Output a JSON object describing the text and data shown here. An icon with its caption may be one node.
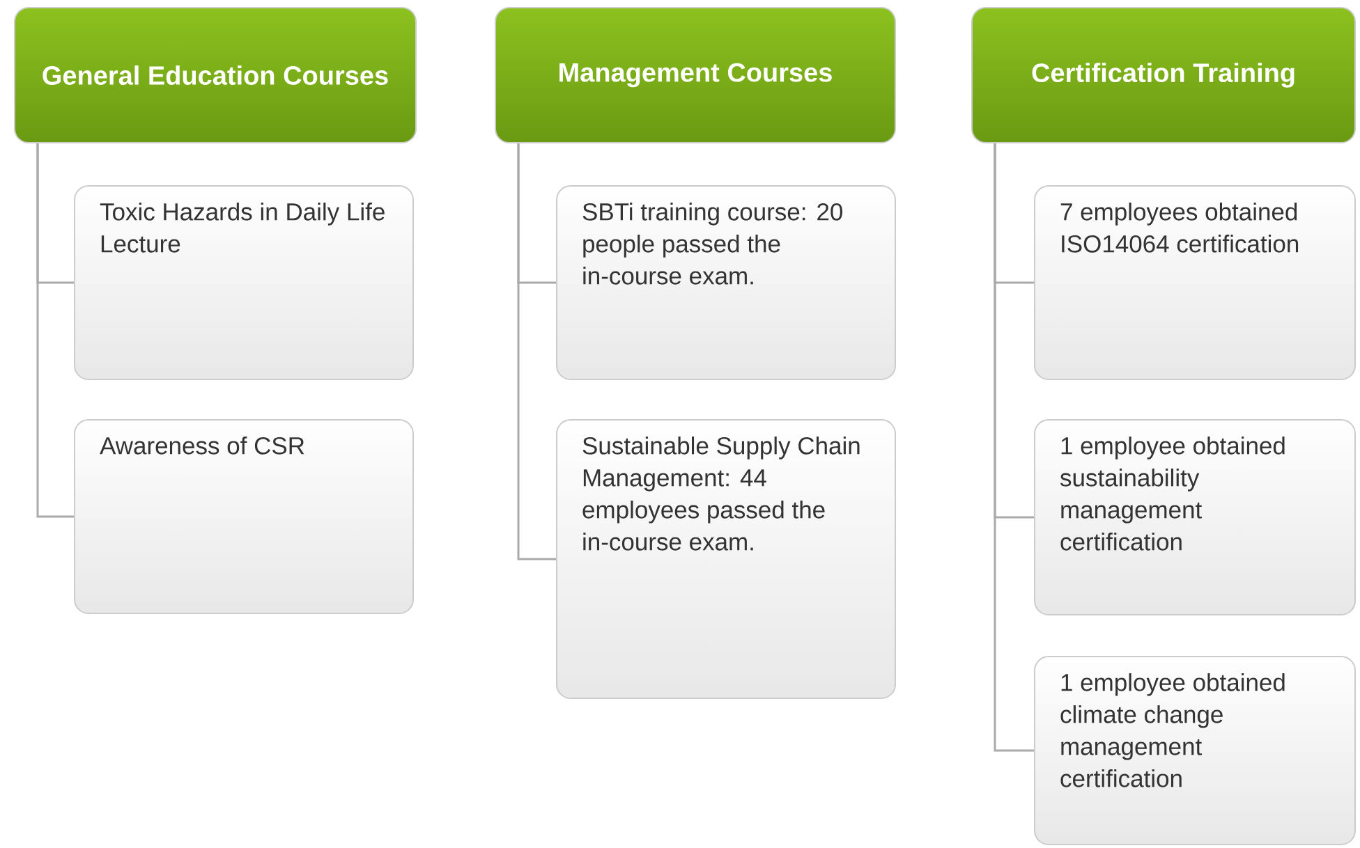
{
  "diagram": {
    "nodes": [
      {
        "text": [
          "General Education Courses"
        ]
      },
      {
        "text": [
          "Toxic Hazards in Daily Life Lecture"
        ]
      },
      {
        "text": [
          "Awareness of CSR"
        ]
      },
      {
        "text": [
          "Management Courses"
        ]
      },
      {
        "text": [
          "SBTi training course: 20 people passed the in-course exam."
        ]
      },
      {
        "text": [
          "Sustainable Supply Chain Management: 44 employees passed the in-course exam."
        ]
      },
      {
        "text": [
          "Certification Training"
        ]
      },
      {
        "text": [
          "7 employees obtained ISO14064 certification"
        ]
      },
      {
        "text": [
          "1 employee obtained sustainability management certification"
        ]
      },
      {
        "text": [
          "1 employee obtained climate change management certification"
        ]
      }
    ],
    "edges": [
      {
        "from": 0,
        "to": 1,
        "arrow": "none"
      },
      {
        "from": 0,
        "to": 2,
        "arrow": "none"
      },
      {
        "from": 3,
        "to": 4,
        "arrow": "none"
      },
      {
        "from": 3,
        "to": 5,
        "arrow": "none"
      },
      {
        "from": 6,
        "to": 7,
        "arrow": "none"
      },
      {
        "from": 6,
        "to": 8,
        "arrow": "none"
      },
      {
        "from": 6,
        "to": 9,
        "arrow": "none"
      }
    ]
  }
}
